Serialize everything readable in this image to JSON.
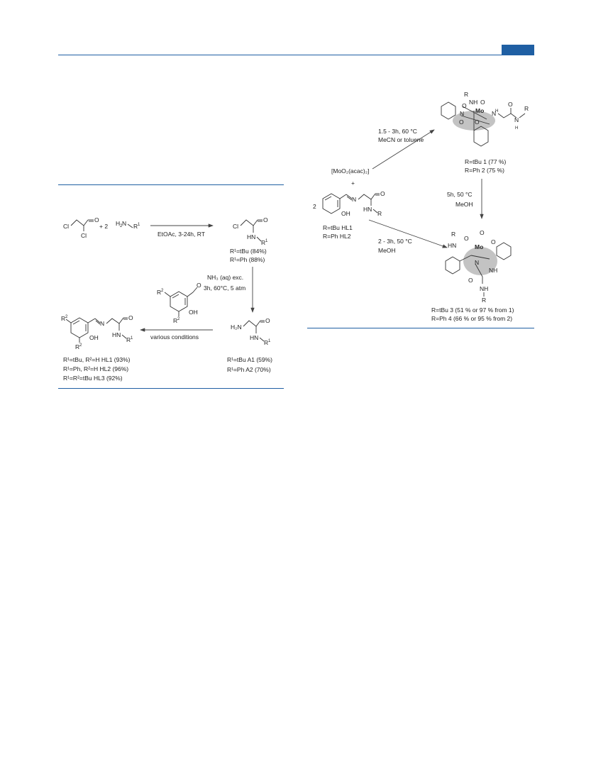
{
  "header": {
    "accent_color": "#1f5fa3"
  },
  "scheme1": {
    "reagent_chloroacetyl": {
      "cl1": "Cl",
      "cl2": "Cl",
      "o": "O"
    },
    "plus_two": "+ 2",
    "amine": {
      "h2n": "H",
      "n_label": "N",
      "r1": "R",
      "r1_sup": "1"
    },
    "step1_conditions": "EtOAc, 3-24h, RT",
    "product1": {
      "cl": "Cl",
      "o": "O",
      "hn": "HN",
      "r": "R",
      "r_sup": "1"
    },
    "yield_tbu": "R¹=tBu (84%)",
    "yield_ph": "R¹=Ph (88%)",
    "step2_conditions_1": "NH₃ (aq) exc.",
    "step2_conditions_2": "3h, 60°C, 5 atm",
    "aldehyde": {
      "r2a": "R",
      "r2b": "R",
      "sup": "2",
      "oh": "OH",
      "o": "O"
    },
    "step3_conditions": "various conditions",
    "amine_product": {
      "h2n": "H₂N",
      "o": "O",
      "hn": "HN",
      "r": "R",
      "sup": "1"
    },
    "yield_a1": "R¹=tBu A1 (59%)",
    "yield_a2": "R¹=Ph A2 (70%)",
    "ligand": {
      "r2a": "R",
      "r2b": "R",
      "sup": "2",
      "n": "N",
      "o": "O",
      "oh": "OH",
      "hn": "HN",
      "r1": "R",
      "r1_sup": "1"
    },
    "yield_hl1": "R¹=tBu, R²=H HL1 (93%)",
    "yield_hl2": "R¹=Ph, R²=H HL2 (96%)",
    "yield_hl3": "R¹=R²=tBu HL3 (92%)"
  },
  "scheme2": {
    "top_complex": {
      "r": "R",
      "nh": "NH",
      "o1": "O",
      "o2": "O",
      "mo": "Mo",
      "n1": "N",
      "o3": "O",
      "o4": "O",
      "n2": "N",
      "h": "H",
      "o5": "O",
      "r2": "R"
    },
    "cond_top_1": "1.5 - 3h, 60 °C",
    "cond_top_2": "MeCN or toluene",
    "reagent": "[MoO₂(acac)₂]",
    "plus": "+",
    "two": "2",
    "ligand": {
      "n": "N",
      "o": "O",
      "oh": "OH",
      "hn": "HN",
      "r": "R"
    },
    "ligand_hl1": "R=tBu HL1",
    "ligand_hl2": "R=Ph HL2",
    "yield_1": "R=tBu 1 (77 %)",
    "yield_2": "R=Ph 2 (75 %)",
    "cond_right_1": "5h, 50 °C",
    "cond_right_2": "MeOH",
    "cond_bottom_1": "2 - 3h, 50 °C",
    "cond_bottom_2": "MeOH",
    "bottom_complex": {
      "r": "R",
      "hn": "HN",
      "o1": "O",
      "o2": "O",
      "mo": "Mo",
      "n": "N",
      "nh": "NH",
      "o3": "O",
      "nh2": "NH",
      "r2": "R"
    },
    "yield_3": "R=tBu 3 (51 % or 97 % from 1)",
    "yield_4": "R=Ph 4 (66 % or 95 % from 2)"
  }
}
